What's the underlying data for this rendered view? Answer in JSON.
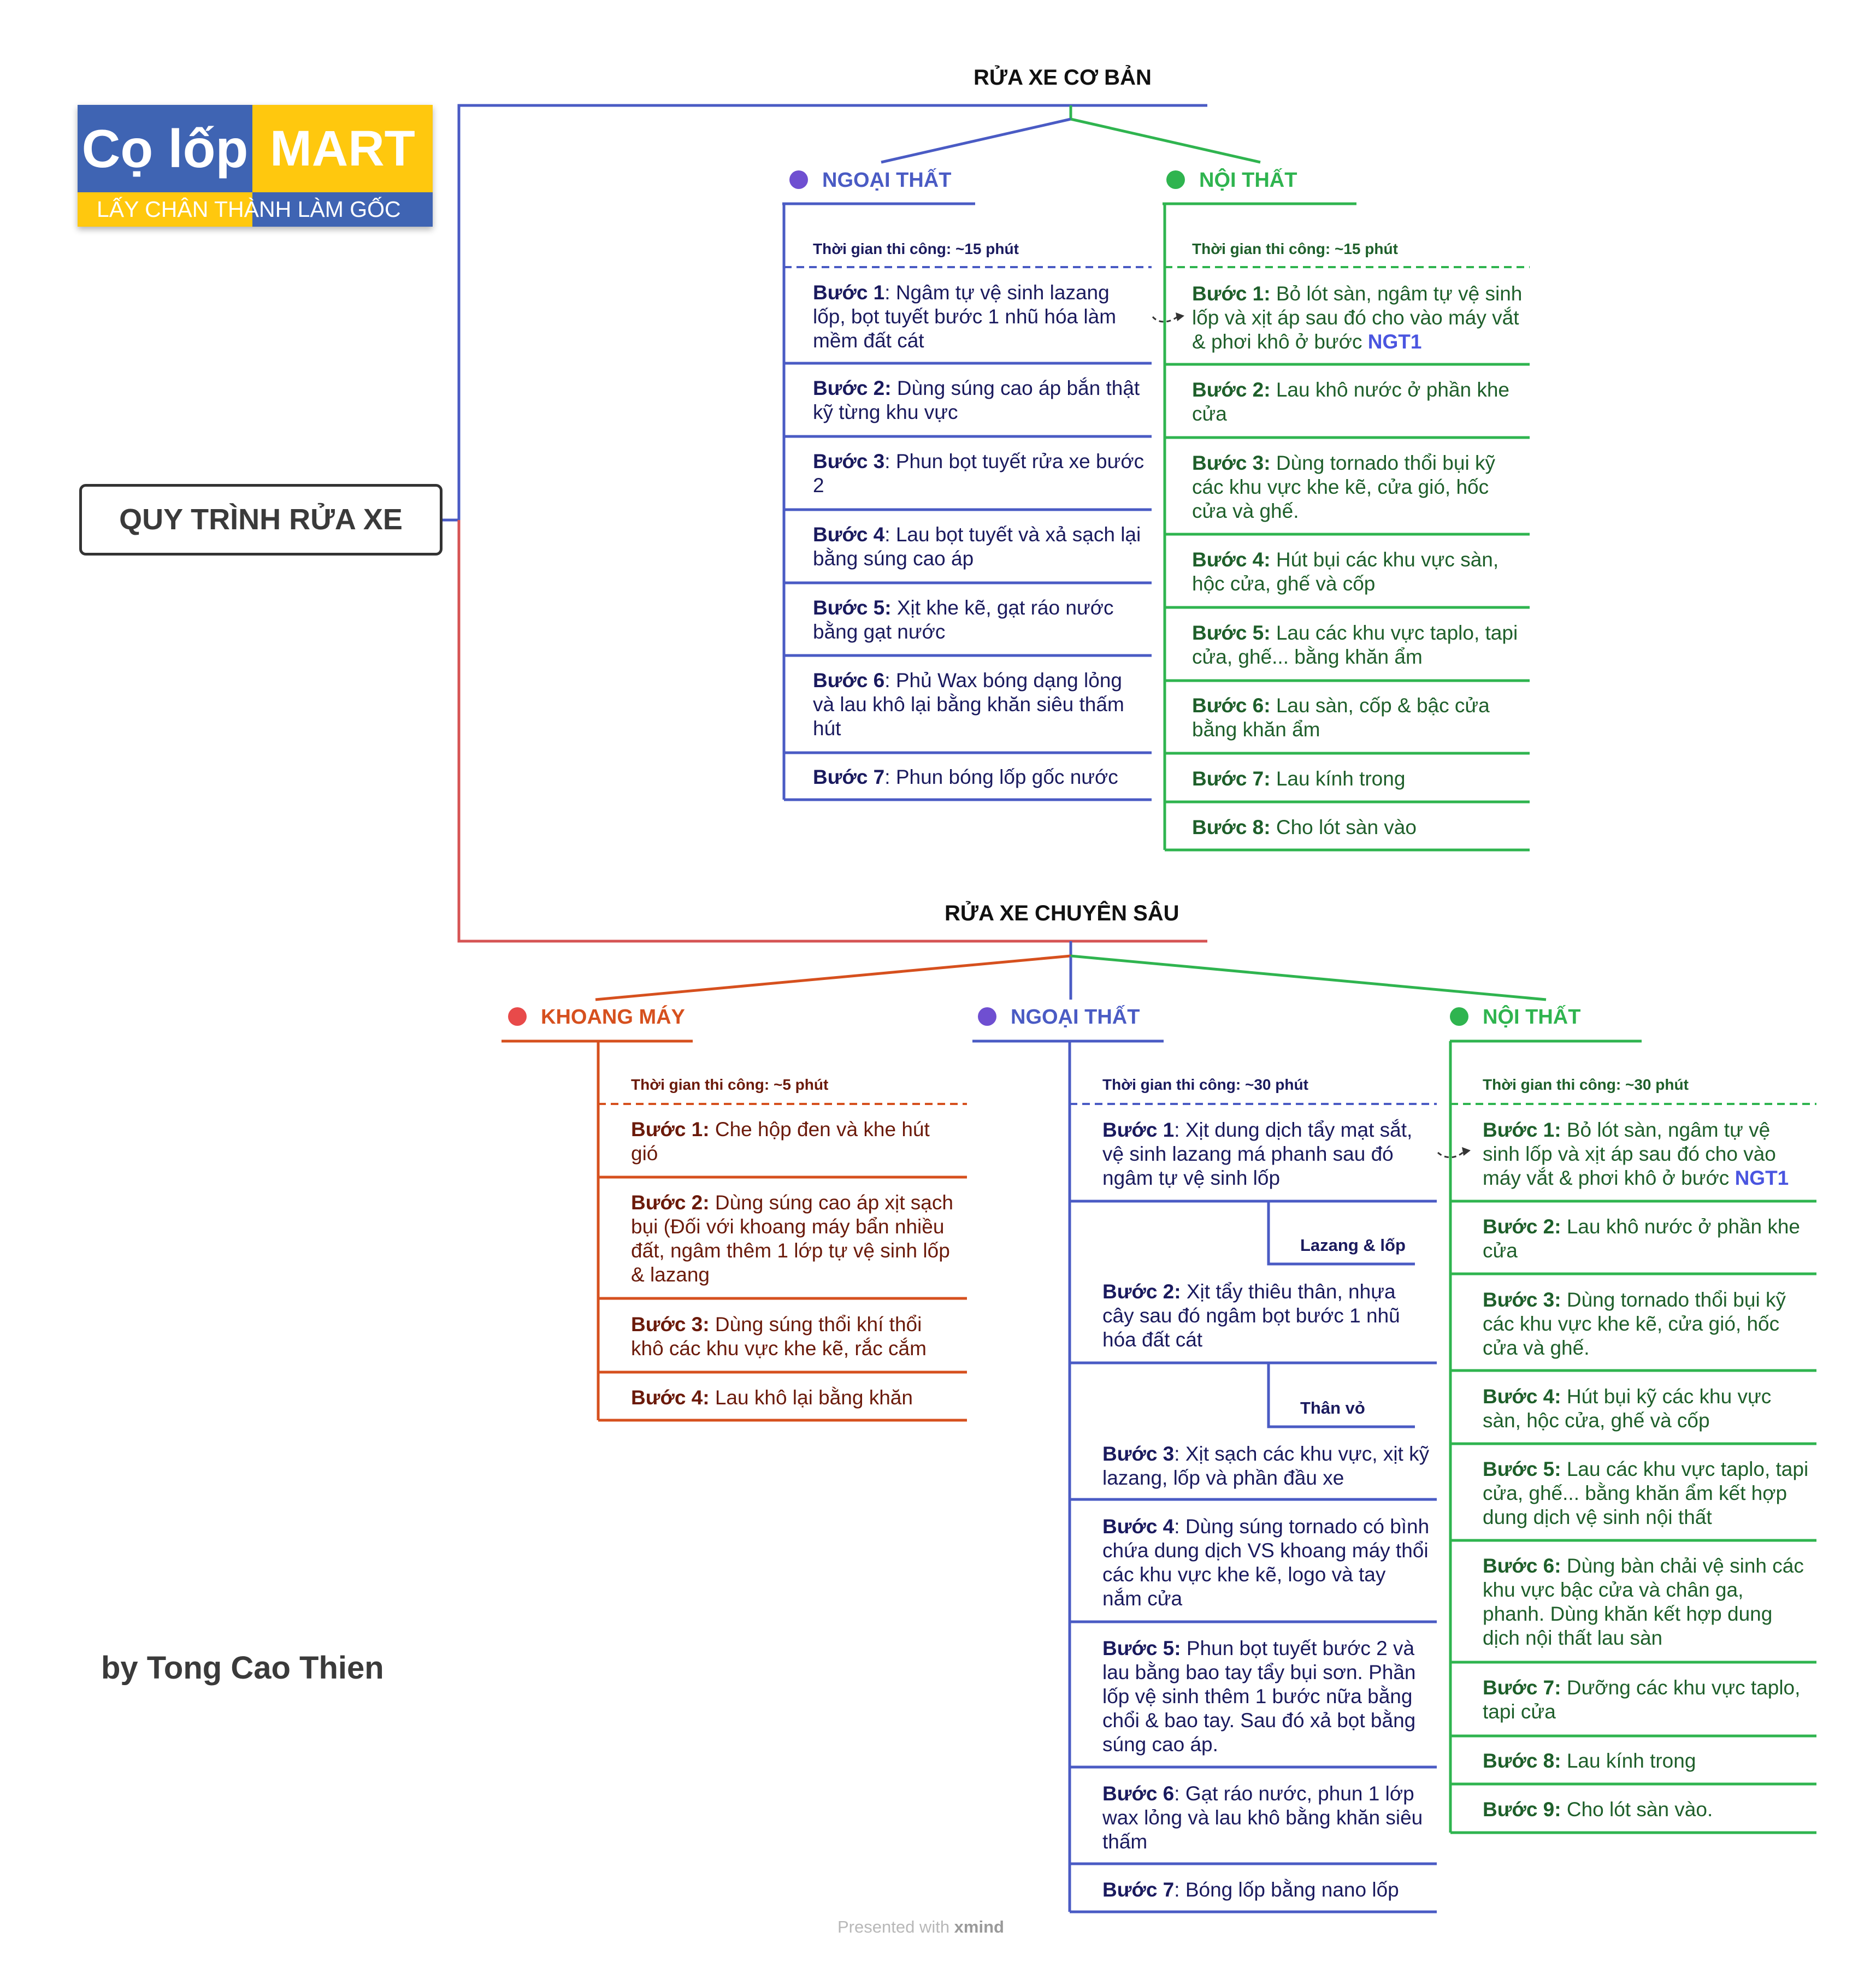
{
  "logo": {
    "left": "Cọ lốp",
    "right": "MART",
    "slogan": "LẤY CHÂN THÀNH LÀM GỐC"
  },
  "root": "QUY TRÌNH RỬA XE",
  "author": "by Tong Cao Thien",
  "footer": {
    "prefix": "Presented with ",
    "brand": "xmind"
  },
  "colors": {
    "blue": "#4A5BC4",
    "green": "#2FB44F",
    "orange": "#D6501E",
    "red": "#D65454",
    "purple": "#6F4FD1"
  },
  "basic": {
    "title": "RỬA XE CƠ BẢN",
    "exterior": {
      "label": "NGOẠI THẤT",
      "time": "Thời gian thi công: ~15 phút",
      "steps": [
        {
          "b": "Bước 1",
          "t": ": Ngâm tự vệ sinh lazang lốp, bọt tuyết bước 1 nhũ hóa làm mềm đất cát"
        },
        {
          "b": "Bước 2:",
          "t": " Dùng súng cao áp bắn thật kỹ từng khu vực"
        },
        {
          "b": "Bước 3",
          "t": ": Phun bọt tuyết rửa xe bước 2"
        },
        {
          "b": "Bước 4",
          "t": ": Lau bọt tuyết và xả sạch lại bằng súng cao áp"
        },
        {
          "b": "Bước 5:",
          "t": " Xịt khe kẽ, gạt ráo nước bằng gạt nước"
        },
        {
          "b": "Bước 6",
          "t": ": Phủ Wax bóng dạng lỏng và lau khô lại bằng khăn siêu thấm hút"
        },
        {
          "b": "Bước 7",
          "t": ": Phun bóng lốp gốc nước"
        }
      ]
    },
    "interior": {
      "label": "NỘI THẤT",
      "time": "Thời gian thi công: ~15 phút",
      "steps": [
        {
          "b": "Bước 1:",
          "t": " Bỏ lót sàn, ngâm tự vệ sinh lốp và xịt áp sau đó cho vào máy vắt & phơi khô ở bước ",
          "e": "NGT1"
        },
        {
          "b": "Bước 2:",
          "t": " Lau khô nước ở phần khe cửa"
        },
        {
          "b": "Bước 3:",
          "t": " Dùng tornado thổi bụi kỹ các khu vực khe kẽ, cửa gió, hốc cửa và ghế."
        },
        {
          "b": "Bước 4:",
          "t": " Hút bụi các khu vực sàn, hộc cửa, ghế và cốp"
        },
        {
          "b": "Bước 5:",
          "t": " Lau các khu vực taplo, tapi cửa, ghế... bằng khăn ẩm"
        },
        {
          "b": "Bước 6:",
          "t": " Lau sàn, cốp & bậc cửa bằng khăn ẩm"
        },
        {
          "b": "Bước 7:",
          "t": " Lau kính trong"
        },
        {
          "b": "Bước 8:",
          "t": " Cho lót sàn vào"
        }
      ]
    }
  },
  "deep": {
    "title": "RỬA XE CHUYÊN SÂU",
    "engine": {
      "label": "KHOANG MÁY",
      "time": "Thời gian thi công: ~5 phút",
      "steps": [
        {
          "b": "Bước 1:",
          "t": " Che hộp đen và khe hút gió"
        },
        {
          "b": "Bước 2:",
          "t": " Dùng súng cao áp xịt sạch bụi (Đối với khoang máy bẩn nhiều  đất, ngâm thêm 1 lớp tự vệ sinh lốp & lazang"
        },
        {
          "b": "Bước 3:",
          "t": " Dùng súng thổi khí thổi khô các khu vực khe kẽ, rắc cắm"
        },
        {
          "b": "Bước 4:",
          "t": " Lau khô lại bằng khăn"
        }
      ]
    },
    "exterior": {
      "label": "NGOẠI THẤT",
      "time": "Thời gian thi công: ~30 phút",
      "sub1": "Lazang & lốp",
      "sub2": "Thân vỏ",
      "steps": [
        {
          "b": "Bước 1",
          "t": ": Xịt dung dịch tẩy mạt sắt, vệ sinh lazang má phanh sau đó ngâm tự vệ sinh lốp"
        },
        {
          "b": "Bước 2:",
          "t": " Xịt tẩy thiêu thân, nhựa cây sau đó ngâm bọt bước 1 nhũ hóa đất cát"
        },
        {
          "b": "Bước 3",
          "t": ": Xịt sạch các khu vực, xịt kỹ lazang, lốp và phần đầu xe"
        },
        {
          "b": "Bước 4",
          "t": ": Dùng súng tornado có bình chứa dung dịch VS khoang máy thổi các khu vực khe kẽ, logo và tay nắm cửa"
        },
        {
          "b": "Bước 5:",
          "t": " Phun bọt tuyết bước 2 và lau bằng bao tay tẩy bụi sơn. Phần lốp vệ sinh thêm 1 bước nữa bằng chổi & bao tay. Sau đó xả bọt bằng súng cao áp."
        },
        {
          "b": "Bước 6",
          "t": ": Gạt ráo nước, phun 1 lớp wax lỏng và lau khô bằng khăn siêu thấm"
        },
        {
          "b": "Bước 7",
          "t": ": Bóng lốp bằng nano lốp"
        }
      ]
    },
    "interior": {
      "label": "NỘI THẤT",
      "time": "Thời gian thi công: ~30 phút",
      "steps": [
        {
          "b": "Bước 1:",
          "t": " Bỏ lót sàn, ngâm tự vệ sinh lốp và xịt áp sau đó cho vào máy vắt & phơi khô ở bước ",
          "e": "NGT1"
        },
        {
          "b": "Bước 2:",
          "t": " Lau khô nước ở phần khe cửa"
        },
        {
          "b": "Bước 3:",
          "t": " Dùng tornado thổi bụi kỹ các khu vực khe kẽ, cửa gió, hốc cửa và ghế."
        },
        {
          "b": "Bước 4:",
          "t": " Hút bụi kỹ các khu vực sàn, hộc cửa, ghế và cốp"
        },
        {
          "b": "Bước 5:",
          "t": " Lau các khu vực taplo, tapi cửa, ghế... bằng khăn ẩm kết hợp dung dịch vệ sinh nội thất"
        },
        {
          "b": "Bước 6:",
          "t": " Dùng bàn chải vệ sinh các khu vực bậc cửa và chân ga, phanh. Dùng khăn kết hợp dung dịch nội thất lau sàn"
        },
        {
          "b": "Bước 7:",
          "t": " Dưỡng các khu vực taplo, tapi cửa"
        },
        {
          "b": "Bước 8:",
          "t": " Lau kính trong"
        },
        {
          "b": "Bước 9:",
          "t": " Cho lót sàn vào."
        }
      ]
    }
  }
}
